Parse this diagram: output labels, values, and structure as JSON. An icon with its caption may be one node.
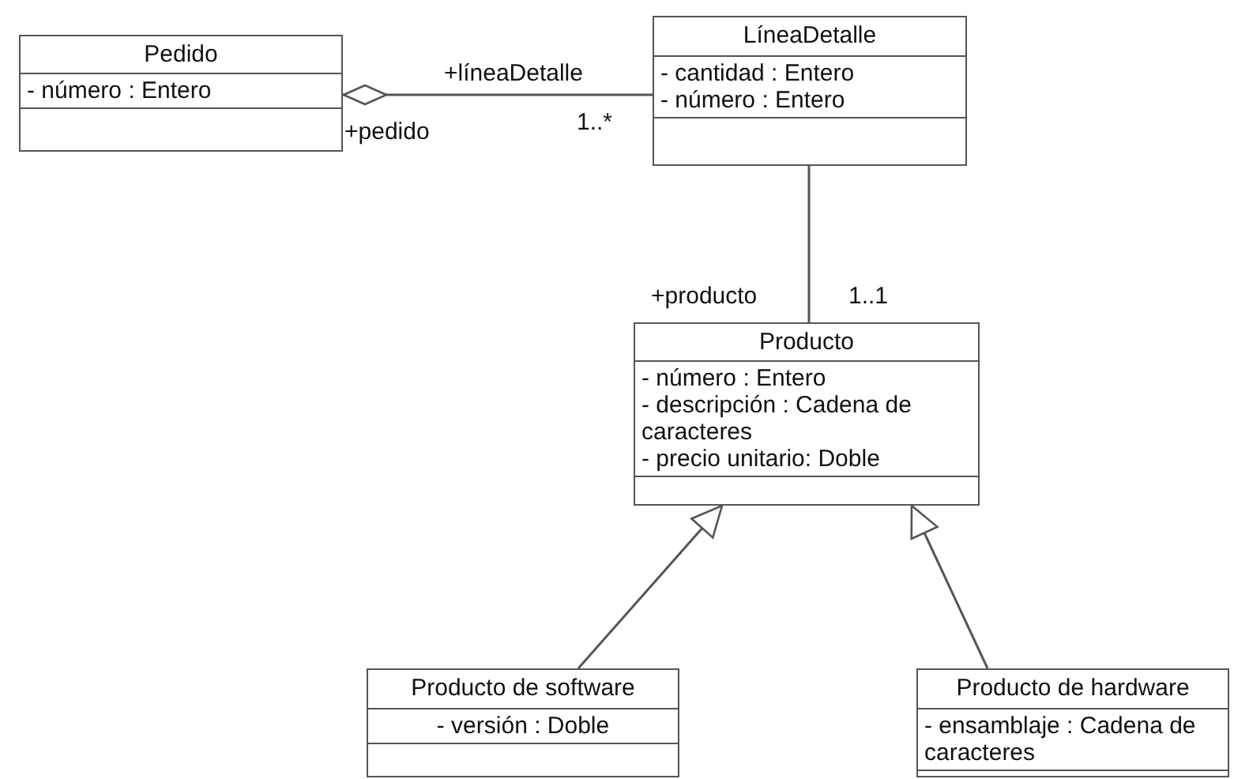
{
  "diagram": {
    "nodes": [
      {
        "text": [
          "Pedido",
          "- número : Entero"
        ]
      },
      {
        "text": [
          "LíneaDetalle",
          "- cantidad : Entero",
          "- número : Entero"
        ]
      },
      {
        "text": [
          "Producto",
          "- número : Entero",
          "- descripción : Cadena de caracteres",
          "- precio unitario: Doble"
        ]
      },
      {
        "text": [
          "Producto de software",
          "- versión : Doble"
        ]
      },
      {
        "text": [
          "Producto de hardware",
          "- ensamblaje : Cadena de caracteres"
        ]
      }
    ],
    "edges": [
      {
        "from": 0,
        "to": 1,
        "arrow": "other"
      },
      {
        "from": 1,
        "to": 2,
        "arrow": "none"
      },
      {
        "from": 3,
        "to": 2,
        "arrow": "to"
      },
      {
        "from": 4,
        "to": 2,
        "arrow": "to"
      }
    ],
    "labels": [
      "+líneaDetalle",
      "+pedido",
      "1..*",
      "+producto",
      "1..1"
    ]
  }
}
